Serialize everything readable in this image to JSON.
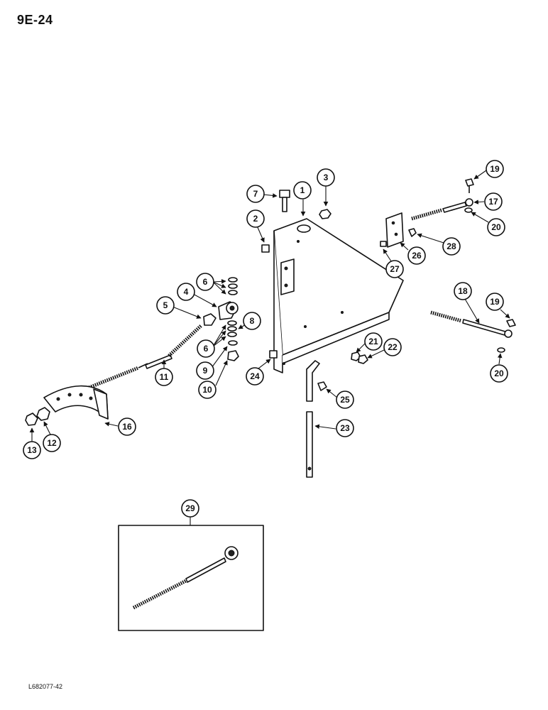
{
  "page_number": "9E-24",
  "figure_code": "L682077-42",
  "callouts": {
    "c1": "1",
    "c2": "2",
    "c3": "3",
    "c4": "4",
    "c5": "5",
    "c6a": "6",
    "c6b": "6",
    "c7": "7",
    "c8": "8",
    "c9": "9",
    "c10": "10",
    "c11": "11",
    "c12": "12",
    "c13": "13",
    "c16": "16",
    "c17": "17",
    "c18": "18",
    "c19a": "19",
    "c19b": "19",
    "c20a": "20",
    "c20b": "20",
    "c21": "21",
    "c22": "22",
    "c23": "23",
    "c24": "24",
    "c25": "25",
    "c26": "26",
    "c27": "27",
    "c28": "28",
    "c29": "29"
  }
}
